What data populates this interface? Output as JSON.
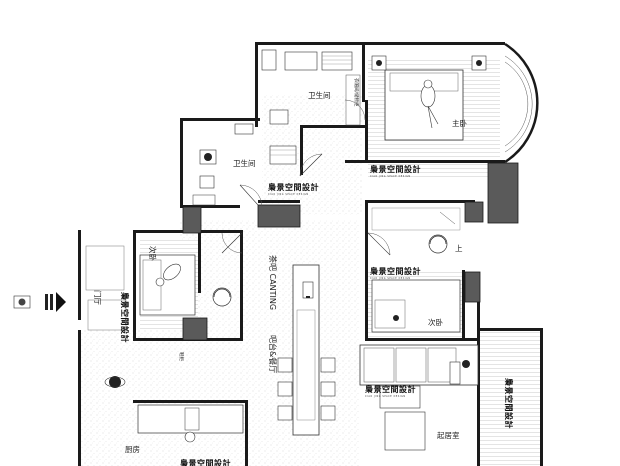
{
  "rooms": {
    "master_bedroom": "主卧",
    "bathroom_1": "卫生间",
    "bathroom_2": "卫生间",
    "second_bedroom": "次卧",
    "bedroom_2": "次卧",
    "entrance": "门厅",
    "dining": "吧台&餐厅",
    "canting": "茶吧 CANTING",
    "kitchen": "厨房",
    "living_room": "起居室",
    "wardrobe_note": "衣帽间/储物柜",
    "cabinet": "鞋柜"
  },
  "brand": {
    "name": "梟景空間設計",
    "sub": "XIAO JING SPACE DESIGN"
  },
  "markers": {
    "up": "上"
  }
}
